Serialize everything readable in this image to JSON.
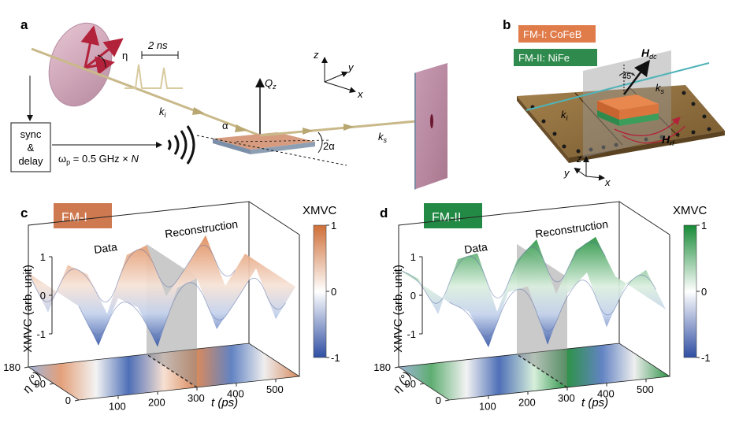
{
  "panel_letters": {
    "a": "a",
    "b": "b",
    "c": "c",
    "d": "d"
  },
  "panel_a": {
    "pulse_spacing": "2 ns",
    "angle_eta": "η",
    "k_i": "k",
    "k_i_sub": "i",
    "k_s": "k",
    "k_s_sub": "s",
    "q_z": "Q",
    "q_z_sub": "z",
    "alpha": "α",
    "two_alpha": "2α",
    "axis_z": "z",
    "axis_y": "y",
    "axis_x": "x",
    "sync_line1": "sync",
    "sync_line2": "&",
    "sync_line3": "delay",
    "omega": "ω",
    "omega_sub": "p",
    "omega_rest": " = 0.5 GHz × ",
    "omega_n": "N"
  },
  "panel_b": {
    "layer1": "FM-I:  CoFeB",
    "layer2": "FM-II: NiFe",
    "h_dc": "H",
    "h_dc_sub": "dc",
    "angle": "45°",
    "k_i": "k",
    "k_i_sub": "i",
    "k_s": "k",
    "k_s_sub": "s",
    "h_rf": "H",
    "h_rf_sub": "rf",
    "axis_z": "z",
    "axis_y": "y",
    "axis_x": "x"
  },
  "colors": {
    "fm1_badge": "#cf7950",
    "fm2_badge": "#238a45",
    "cofeb_layer": "#e07b4a",
    "nife_layer": "#2f8a4d",
    "sample_plate": "#8b6a3c",
    "beam": "#c9b98a",
    "detector": "#b07a96"
  },
  "chart_data": [
    {
      "type": "surface",
      "panel": "c",
      "badge": "FM-I",
      "legend_title": "XMVC",
      "section_labels": [
        "Data",
        "Reconstruction"
      ],
      "zlabel": "XMVC (arb. unit)",
      "xlabel": "t (ps)",
      "ylabel": "η (°)",
      "x_ticks": [
        100,
        200,
        300,
        400,
        500
      ],
      "y_ticks": [
        0,
        90,
        180
      ],
      "z_ticks": [
        -1,
        0,
        1
      ],
      "colorbar_ticks": [
        1,
        0,
        -1
      ],
      "colormap": [
        "#3b55a8",
        "#ffffff",
        "#d0733d"
      ],
      "data_end_t": 300,
      "t_range": [
        0,
        560
      ],
      "waveform": {
        "t": [
          0,
          50,
          100,
          150,
          200,
          250,
          300,
          350,
          400,
          450,
          500,
          550
        ],
        "xmvc": [
          0.4,
          -0.7,
          0.5,
          0.2,
          -0.9,
          0.6,
          0.8,
          -0.6,
          0.1,
          0.9,
          -0.5,
          0.3
        ]
      }
    },
    {
      "type": "surface",
      "panel": "d",
      "badge": "FM-II",
      "legend_title": "XMVC",
      "section_labels": [
        "Data",
        "Reconstruction"
      ],
      "zlabel": "XMVC (arb. unit)",
      "xlabel": "t (ps)",
      "ylabel": "η (°)",
      "x_ticks": [
        100,
        200,
        300,
        400,
        500
      ],
      "y_ticks": [
        0,
        90,
        180
      ],
      "z_ticks": [
        -1,
        0,
        1
      ],
      "colorbar_ticks": [
        1,
        0,
        -1
      ],
      "colormap": [
        "#3b55a8",
        "#ffffff",
        "#1f8a3c"
      ],
      "data_end_t": 300,
      "t_range": [
        0,
        560
      ],
      "waveform": {
        "t": [
          0,
          50,
          100,
          150,
          200,
          250,
          300,
          350,
          400,
          450,
          500,
          550
        ],
        "xmvc": [
          0.5,
          0.2,
          -0.8,
          0.6,
          0.7,
          -0.9,
          0.4,
          0.9,
          -0.6,
          0.5,
          0.8,
          -0.3
        ]
      }
    }
  ]
}
